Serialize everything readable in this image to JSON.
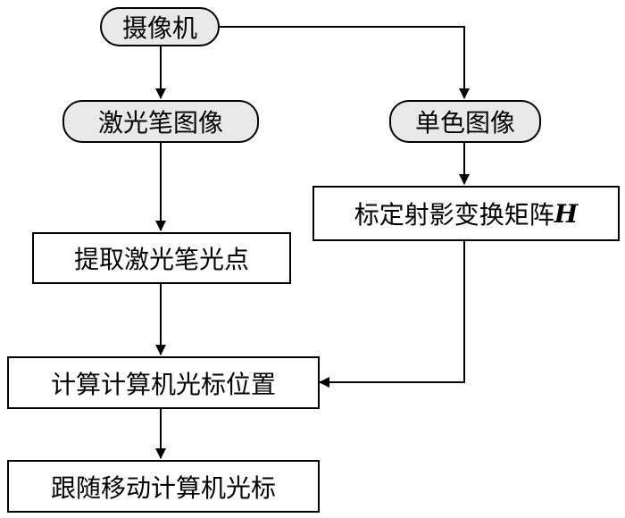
{
  "nodes": {
    "camera": "摄像机",
    "laser_pen_image": "激光笔图像",
    "mono_image": "单色图像",
    "calibrate_matrix": "标定射影变换矩阵",
    "calibrate_matrix_symbol": "H",
    "extract_laser_point": "提取激光笔光点",
    "compute_cursor_position": "计算计算机光标位置",
    "follow_cursor": "跟随移动计算机光标"
  },
  "colors": {
    "pill_fill": "#e9e9e9",
    "stroke": "#000000",
    "box_fill": "#ffffff"
  }
}
